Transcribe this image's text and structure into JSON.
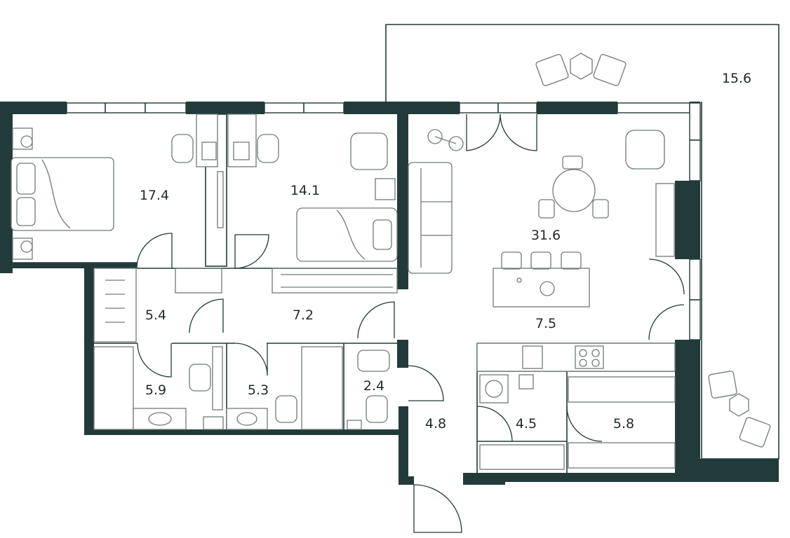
{
  "plan": {
    "rooms": [
      {
        "id": "terrace",
        "area": "15.6"
      },
      {
        "id": "bedroom-1",
        "area": "17.4"
      },
      {
        "id": "bedroom-2",
        "area": "14.1"
      },
      {
        "id": "living-kitchen",
        "area": "31.6"
      },
      {
        "id": "wardrobe-1",
        "area": "5.4"
      },
      {
        "id": "hall",
        "area": "7.2"
      },
      {
        "id": "kitchen-zone",
        "area": "7.5"
      },
      {
        "id": "bathroom-1",
        "area": "5.9"
      },
      {
        "id": "bathroom-2",
        "area": "5.3"
      },
      {
        "id": "wc",
        "area": "2.4"
      },
      {
        "id": "entrance",
        "area": "4.8"
      },
      {
        "id": "laundry",
        "area": "4.5"
      },
      {
        "id": "wardrobe-2",
        "area": "5.8"
      }
    ],
    "colors": {
      "wall": "#223a3a",
      "line": "#6f7a7a",
      "background": "#ffffff"
    }
  }
}
